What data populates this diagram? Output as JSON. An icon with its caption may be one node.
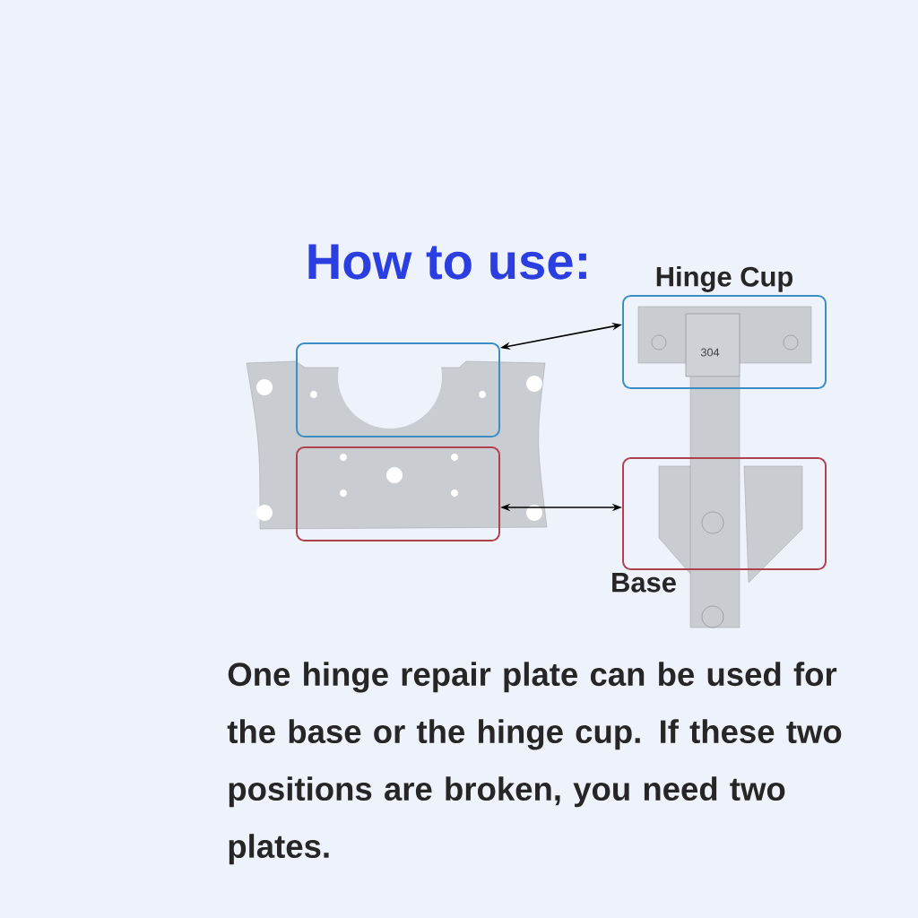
{
  "diagram": {
    "title": "How to use:",
    "caption": "One hinge repair plate can be used for the base or the hinge cup. If these two positions are broken, you need two plates.",
    "nodes": [
      {
        "text": [],
        "shape": "box"
      },
      {
        "text": [],
        "shape": "box"
      },
      {
        "text": [
          "Hinge Cup"
        ]
      },
      {
        "text": [
          "Base"
        ]
      }
    ],
    "edges": [
      {
        "from": 0,
        "to": 2,
        "arrow": "both"
      },
      {
        "from": 1,
        "to": 3,
        "arrow": "both"
      }
    ],
    "labels": [
      "304"
    ]
  }
}
